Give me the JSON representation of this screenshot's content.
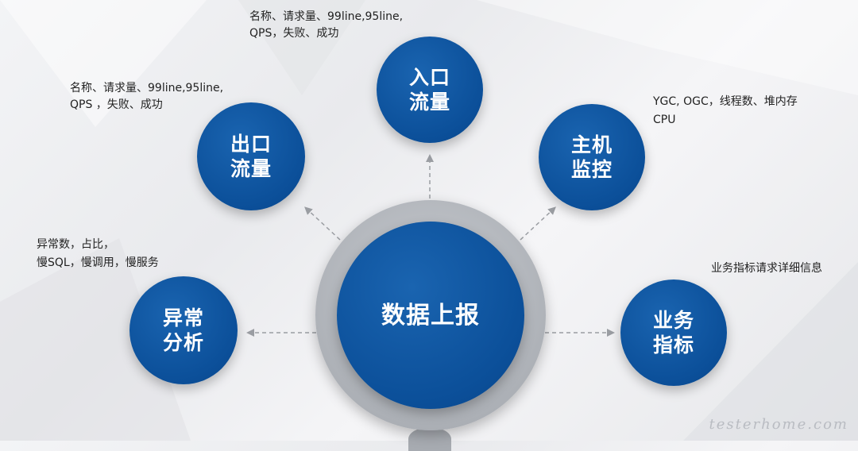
{
  "center": {
    "label": "数据上报"
  },
  "nodes": {
    "inbound": {
      "line1": "入口",
      "line2": "流量"
    },
    "outbound": {
      "line1": "出口",
      "line2": "流量"
    },
    "host": {
      "line1": "主机",
      "line2": "监控"
    },
    "exception": {
      "line1": "异常",
      "line2": "分析"
    },
    "business": {
      "line1": "业务",
      "line2": "指标"
    }
  },
  "notes": {
    "inbound": {
      "line1": "名称、请求量、99line,95line,",
      "line2": "QPS，失败、成功"
    },
    "outbound": {
      "line1": "名称、请求量、99line,95line,",
      "line2": "QPS ，失败、成功"
    },
    "host": {
      "line1": "YGC, OGC，线程数、堆内存",
      "line2": "CPU"
    },
    "exception": {
      "line1": "异常数，占比，",
      "line2": "慢SQL，慢调用，慢服务"
    },
    "business": {
      "line1": "业务指标请求详细信息"
    }
  },
  "watermark": "testerhome.com",
  "colors": {
    "node_blue": "#0b4f99",
    "ring_gray": "#a9adb3",
    "arrow_gray": "#9a9da2",
    "text": "#222222",
    "node_text": "#ffffff"
  }
}
